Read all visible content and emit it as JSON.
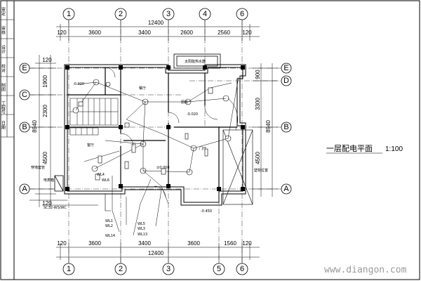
{
  "drawing": {
    "title": "一层配电平面",
    "scale": "1:100",
    "watermark": "www.diangon.com",
    "grid_numbers": [
      "1",
      "2",
      "3",
      "4",
      "5",
      "6"
    ],
    "grid_letters": [
      "E",
      "D",
      "C",
      "B",
      "A"
    ],
    "top_total": "12400",
    "top_dims": [
      "120",
      "3600",
      "3400",
      "2600",
      "2560",
      "120"
    ],
    "bottom_total": "12400",
    "bottom_dims": [
      "120",
      "3600",
      "3400",
      "3600",
      "1560",
      "120"
    ],
    "left_dims": [
      "120",
      "1900",
      "2300",
      "4500",
      "120"
    ],
    "left_total": "8940",
    "right_dims": [
      "900",
      "3300",
      "4500"
    ],
    "right_total": "8940",
    "side_column": [
      "审定",
      "审核",
      "设计",
      "校对",
      "制图",
      "工程号",
      "日期"
    ],
    "labels": {
      "kitchen": "厨房",
      "hall": "客厅",
      "dining": "餐厅",
      "entrance": "门厅",
      "meter_box": "电表箱",
      "solar": "太阳能热水器",
      "wall_box": "壁柜位置",
      "cable_note": "穿墙套管",
      "conduit": "SC32-WS/WC",
      "elev_1": "±0.000",
      "elev_2": "-0.020",
      "elev_3": "-0.450",
      "elev_4": "-0.020",
      "circuit_wl1": "WL1",
      "circuit_wl2": "WL2",
      "circuit_wl3": "WL3",
      "circuit_wl4": "WL4",
      "circuit_wl5": "WL5",
      "circuit_wl13": "WL13",
      "circuit_wl14": "WL14",
      "circuit_wl6": "WL6"
    }
  }
}
